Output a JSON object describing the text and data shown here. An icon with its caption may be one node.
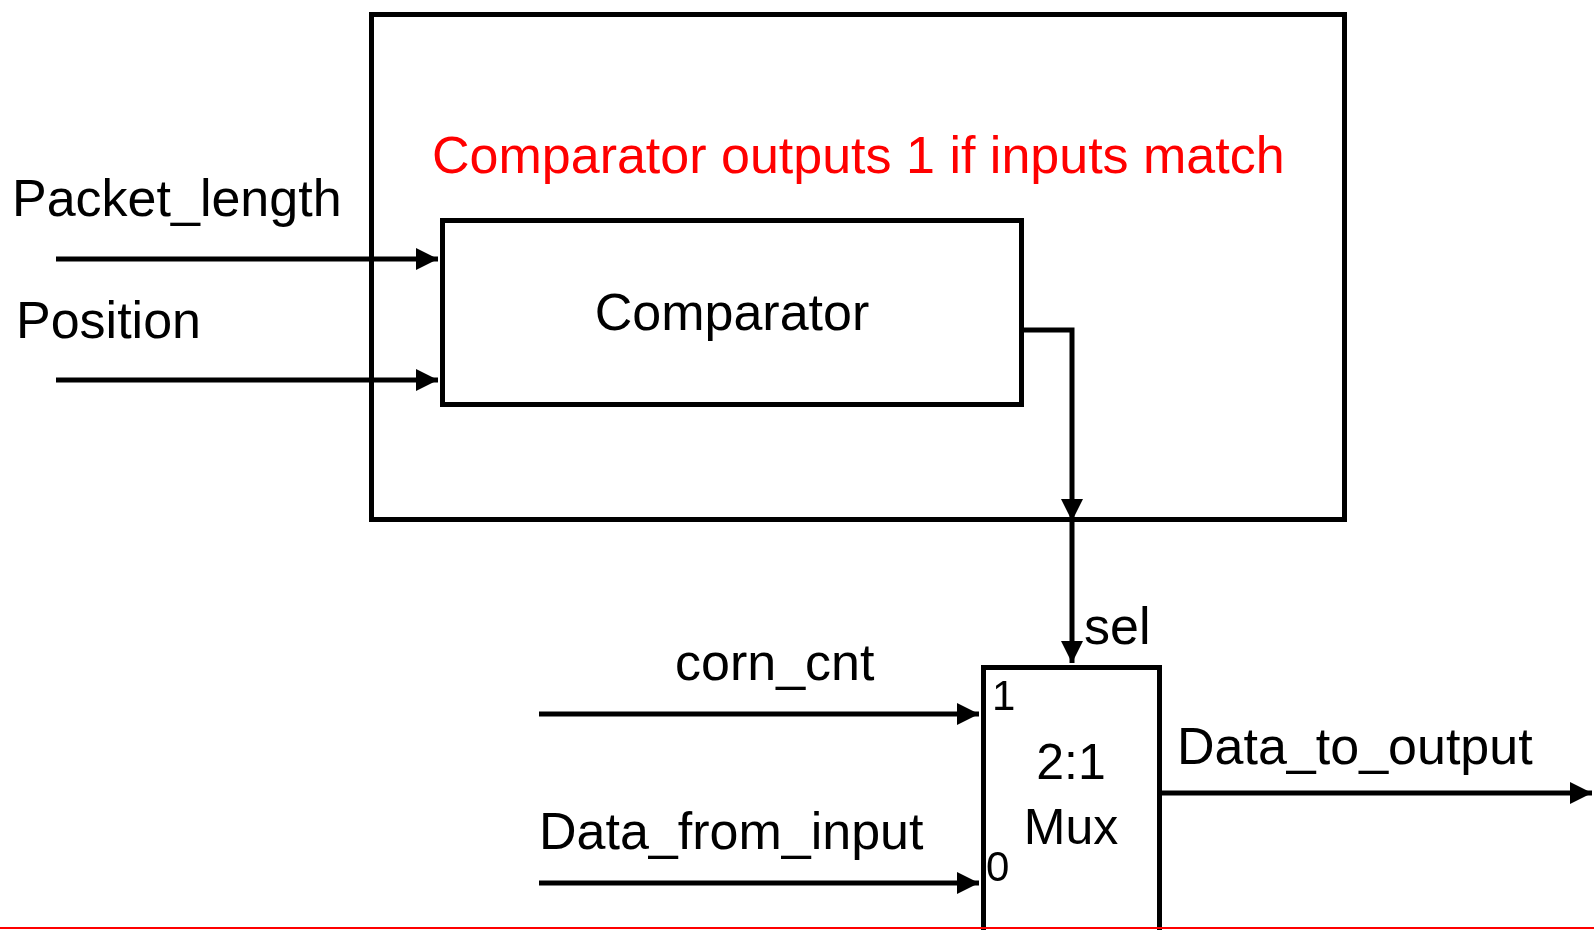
{
  "diagram": {
    "nodes": [
      {
        "text": [
          "Comparator outputs 1 if inputs match"
        ]
      },
      {
        "text": [
          "Comparator"
        ],
        "in": 0
      },
      {
        "text": [
          "2:1 Mux"
        ]
      }
    ],
    "edges": [
      {
        "from": null,
        "to": 1,
        "arrow": "to",
        "label": "Packet_length"
      },
      {
        "from": null,
        "to": 1,
        "arrow": "to",
        "label": "Position"
      },
      {
        "from": 1,
        "to": 2,
        "arrow": "to"
      },
      {
        "from": null,
        "to": 2,
        "arrow": "to",
        "label": "corn_cnt"
      },
      {
        "from": null,
        "to": 2,
        "arrow": "to",
        "label": "Data_from_input"
      },
      {
        "from": 2,
        "to": null,
        "arrow": "to",
        "label": "Data_to_output"
      }
    ],
    "labels": [
      "sel",
      "1",
      "0"
    ]
  }
}
